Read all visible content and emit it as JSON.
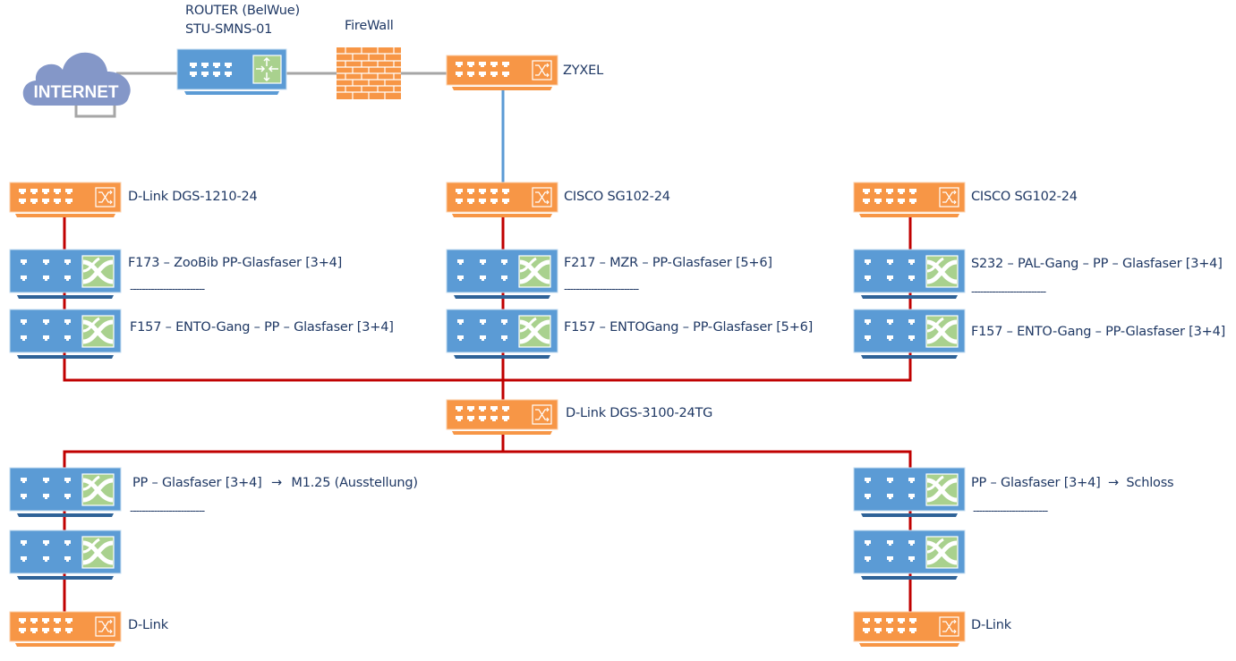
{
  "diagram": {
    "type": "network-topology",
    "colors": {
      "switch": "#f79646",
      "patch_panel": "#5b9bd5",
      "patch_panel_base": "#2f6398",
      "patch_icon_bg": "#a9d18e",
      "router": "#5b9bd5",
      "router_icon_bg": "#a9d18e",
      "cloud": "#8497c8",
      "wan_link": "#a6a6a6",
      "uplink": "#5b9bd5",
      "fiber_link": "#c00000",
      "label": "#1f3864"
    },
    "internet": {
      "label": "INTERNET",
      "icon": "cloud-icon"
    },
    "router": {
      "line1": "ROUTER (BelWue)",
      "line2": "STU-SMNS-01",
      "icon": "router-icon"
    },
    "firewall": {
      "label": "FireWall",
      "icon": "firewall-icon"
    },
    "zyxel": {
      "label": "ZYXEL",
      "icon": "switch-icon"
    },
    "branches": [
      {
        "switch_label": "D-Link DGS-1210-24",
        "panel1_label": "F173 – ZooBib PP-Glasfaser [3+4]",
        "separator": "-------------------------",
        "panel2_label": "F157 – ENTO-Gang – PP – Glasfaser [3+4]"
      },
      {
        "switch_label": "CISCO SG102-24",
        "panel1_label": "F217 – MZR – PP-Glasfaser [5+6]",
        "separator": "-------------------------",
        "panel2_label": "F157 – ENTOGang – PP-Glasfaser [5+6]"
      },
      {
        "switch_label": "CISCO SG102-24",
        "panel1_label": "S232 – PAL-Gang – PP – Glasfaser [3+4]",
        "separator": "-------------------------",
        "panel2_label": "F157 – ENTO-Gang – PP-Glasfaser [3+4]"
      }
    ],
    "core_switch": {
      "label": "D-Link DGS-3100-24TG"
    },
    "lower_branches": [
      {
        "panel1_label": "PP – Glasfaser [3+4]",
        "arrow": "→",
        "destination": "M1.25 (Ausstellung)",
        "separator": "-------------------------",
        "switch_label": "D-Link"
      },
      {
        "panel1_label": "PP – Glasfaser [3+4]",
        "arrow": "→",
        "destination": "Schloss",
        "separator": "-------------------------",
        "switch_label": "D-Link"
      }
    ]
  }
}
